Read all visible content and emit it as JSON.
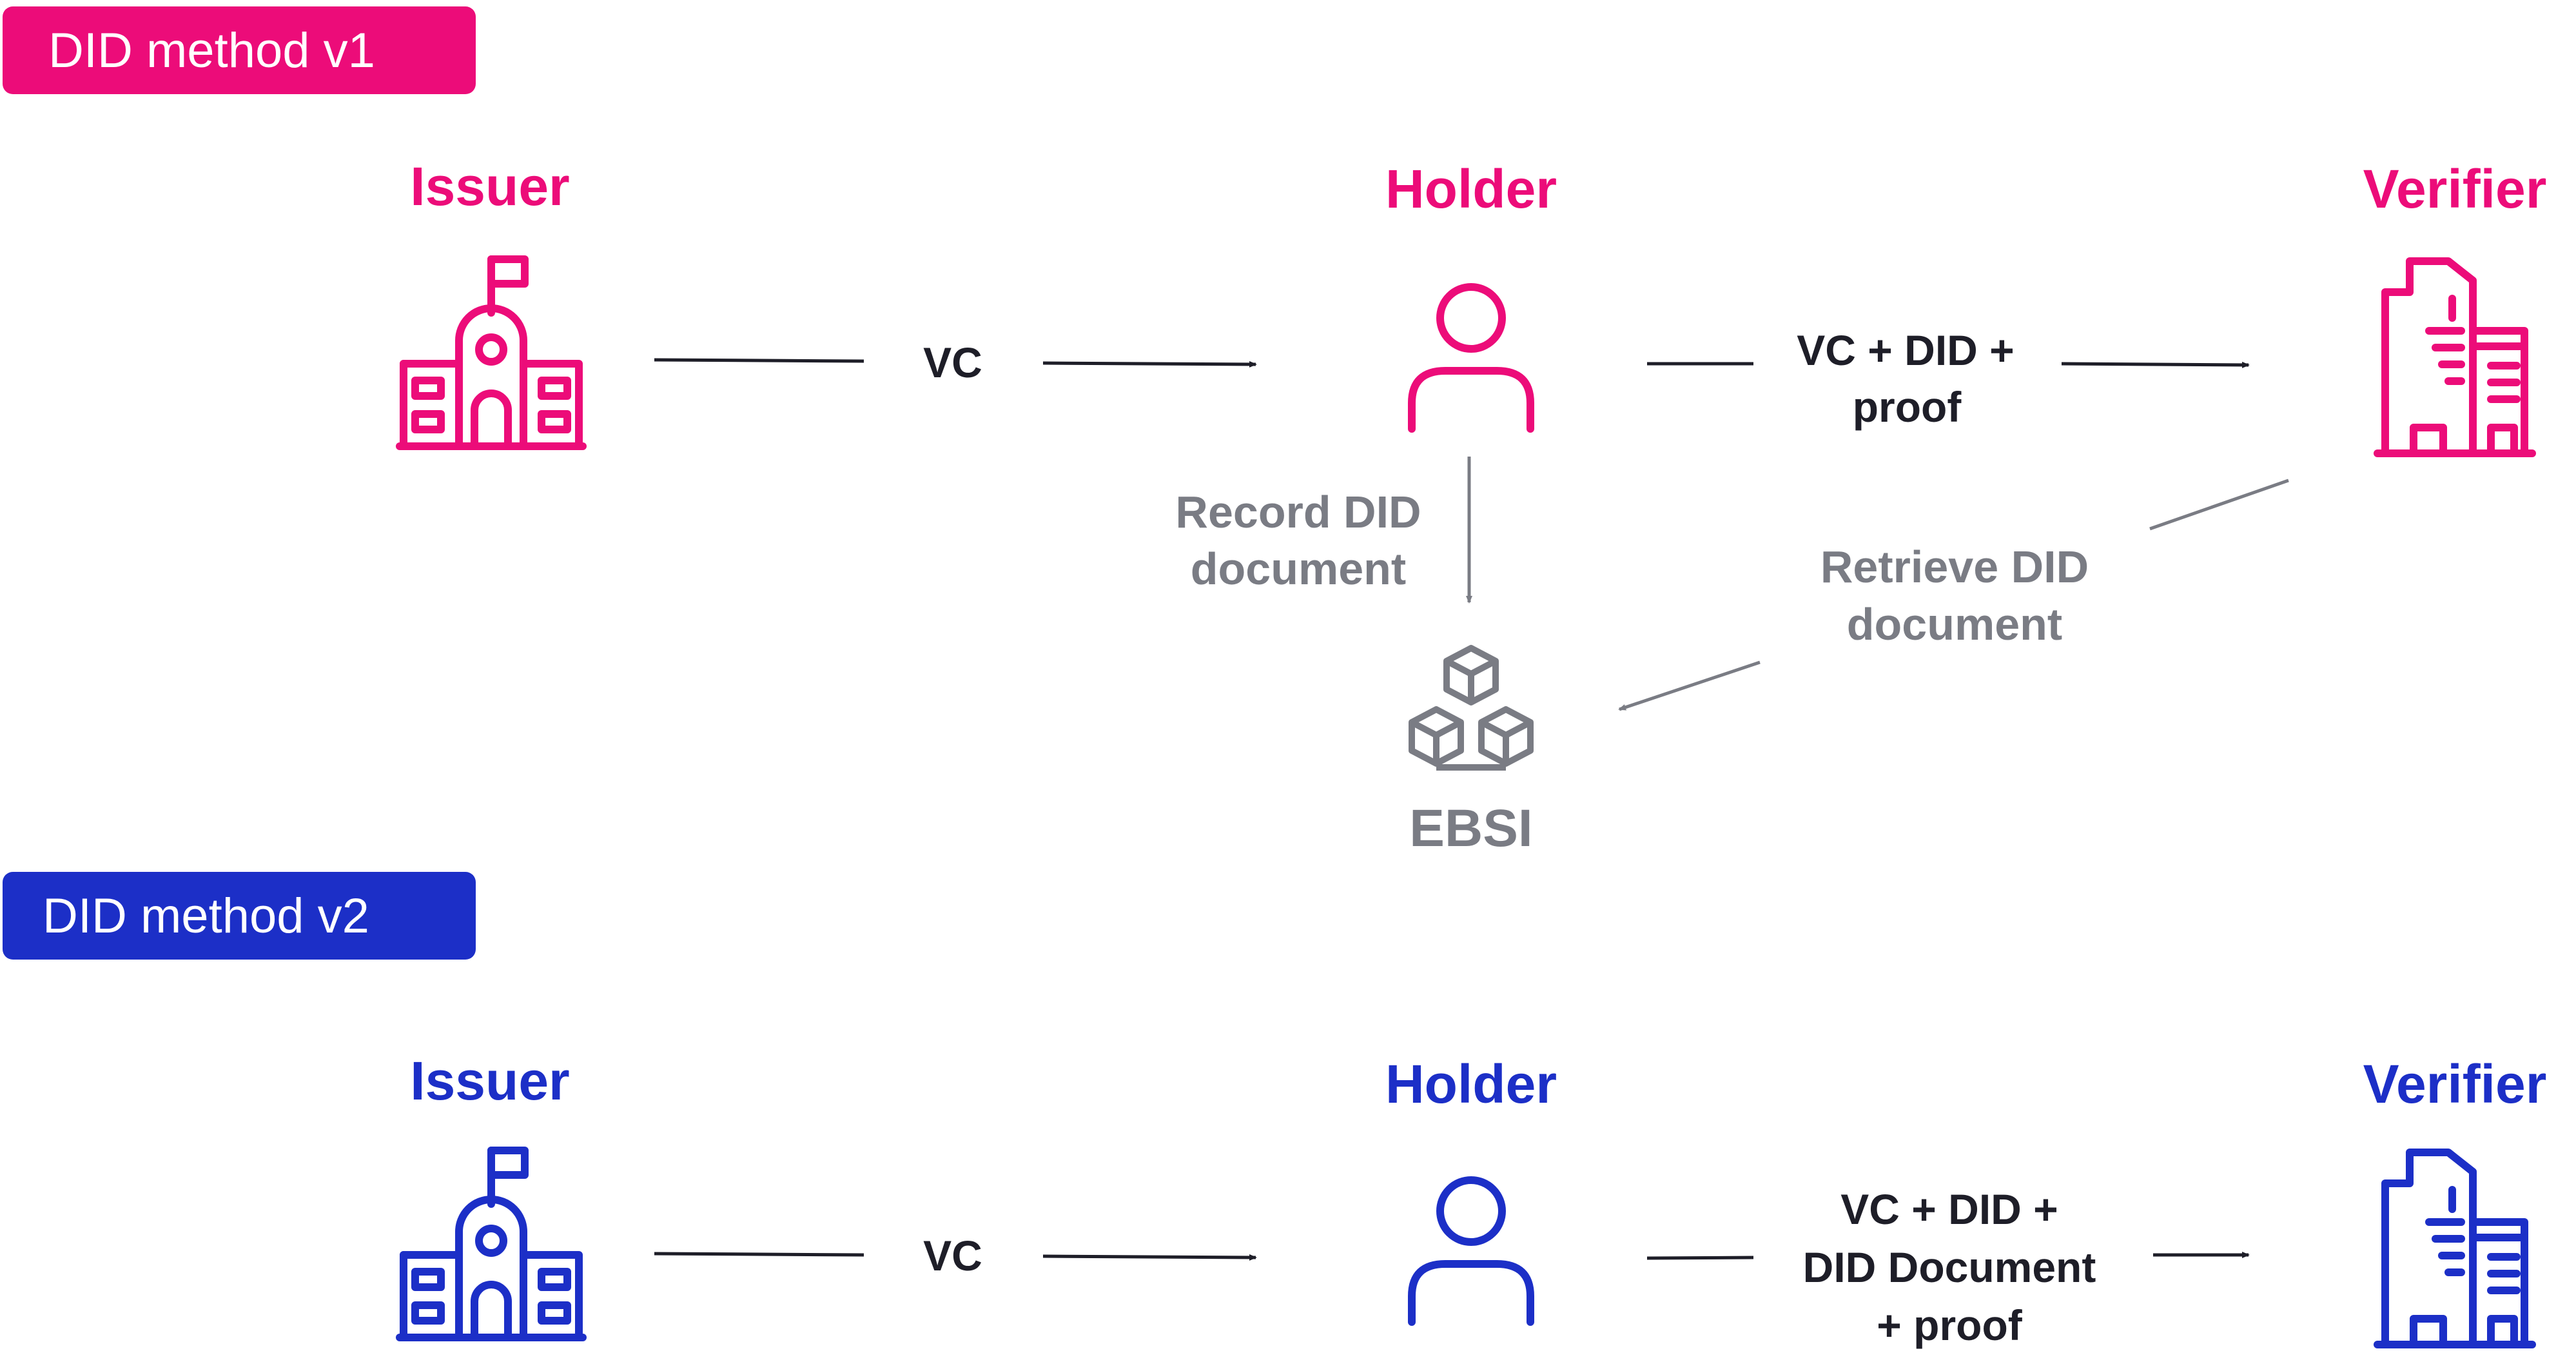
{
  "colors": {
    "v1_accent": "#ec0c79",
    "v2_accent": "#1c2fc7",
    "neutral_grey": "#7a7c84",
    "arrow_dark": "#1e1e28",
    "badge_text": "#ffffff"
  },
  "section_v1": {
    "badge": "DID method v1",
    "issuer": {
      "label": "Issuer",
      "icon": "school-building-icon"
    },
    "holder": {
      "label": "Holder",
      "icon": "person-icon"
    },
    "verifier": {
      "label": "Verifier",
      "icon": "office-buildings-icon"
    },
    "issuer_to_holder": "VC",
    "holder_to_verifier": [
      "VC + DID +",
      "proof"
    ],
    "record": [
      "Record DID",
      "document"
    ],
    "retrieve": [
      "Retrieve DID",
      "document"
    ],
    "registry": {
      "label": "EBSI",
      "icon": "blockchain-cubes-icon"
    }
  },
  "section_v2": {
    "badge": "DID method v2",
    "issuer": {
      "label": "Issuer",
      "icon": "school-building-icon"
    },
    "holder": {
      "label": "Holder",
      "icon": "person-icon"
    },
    "verifier": {
      "label": "Verifier",
      "icon": "office-buildings-icon"
    },
    "issuer_to_holder": "VC",
    "holder_to_verifier": [
      "VC + DID +",
      "DID Document",
      "+ proof"
    ]
  }
}
